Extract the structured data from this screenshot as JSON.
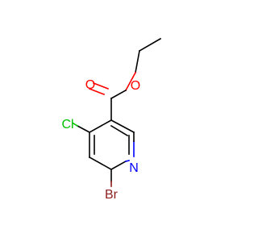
{
  "molecule": {
    "atoms": {
      "o_ester": "O",
      "o_carbonyl": "O",
      "cl": "Cl",
      "n": "N",
      "br": "Br"
    },
    "colors": {
      "bond": "#000000",
      "oxygen": "#ff0000",
      "chlorine": "#00c000",
      "nitrogen": "#0000ff",
      "bromine": "#8b1d1d"
    }
  }
}
